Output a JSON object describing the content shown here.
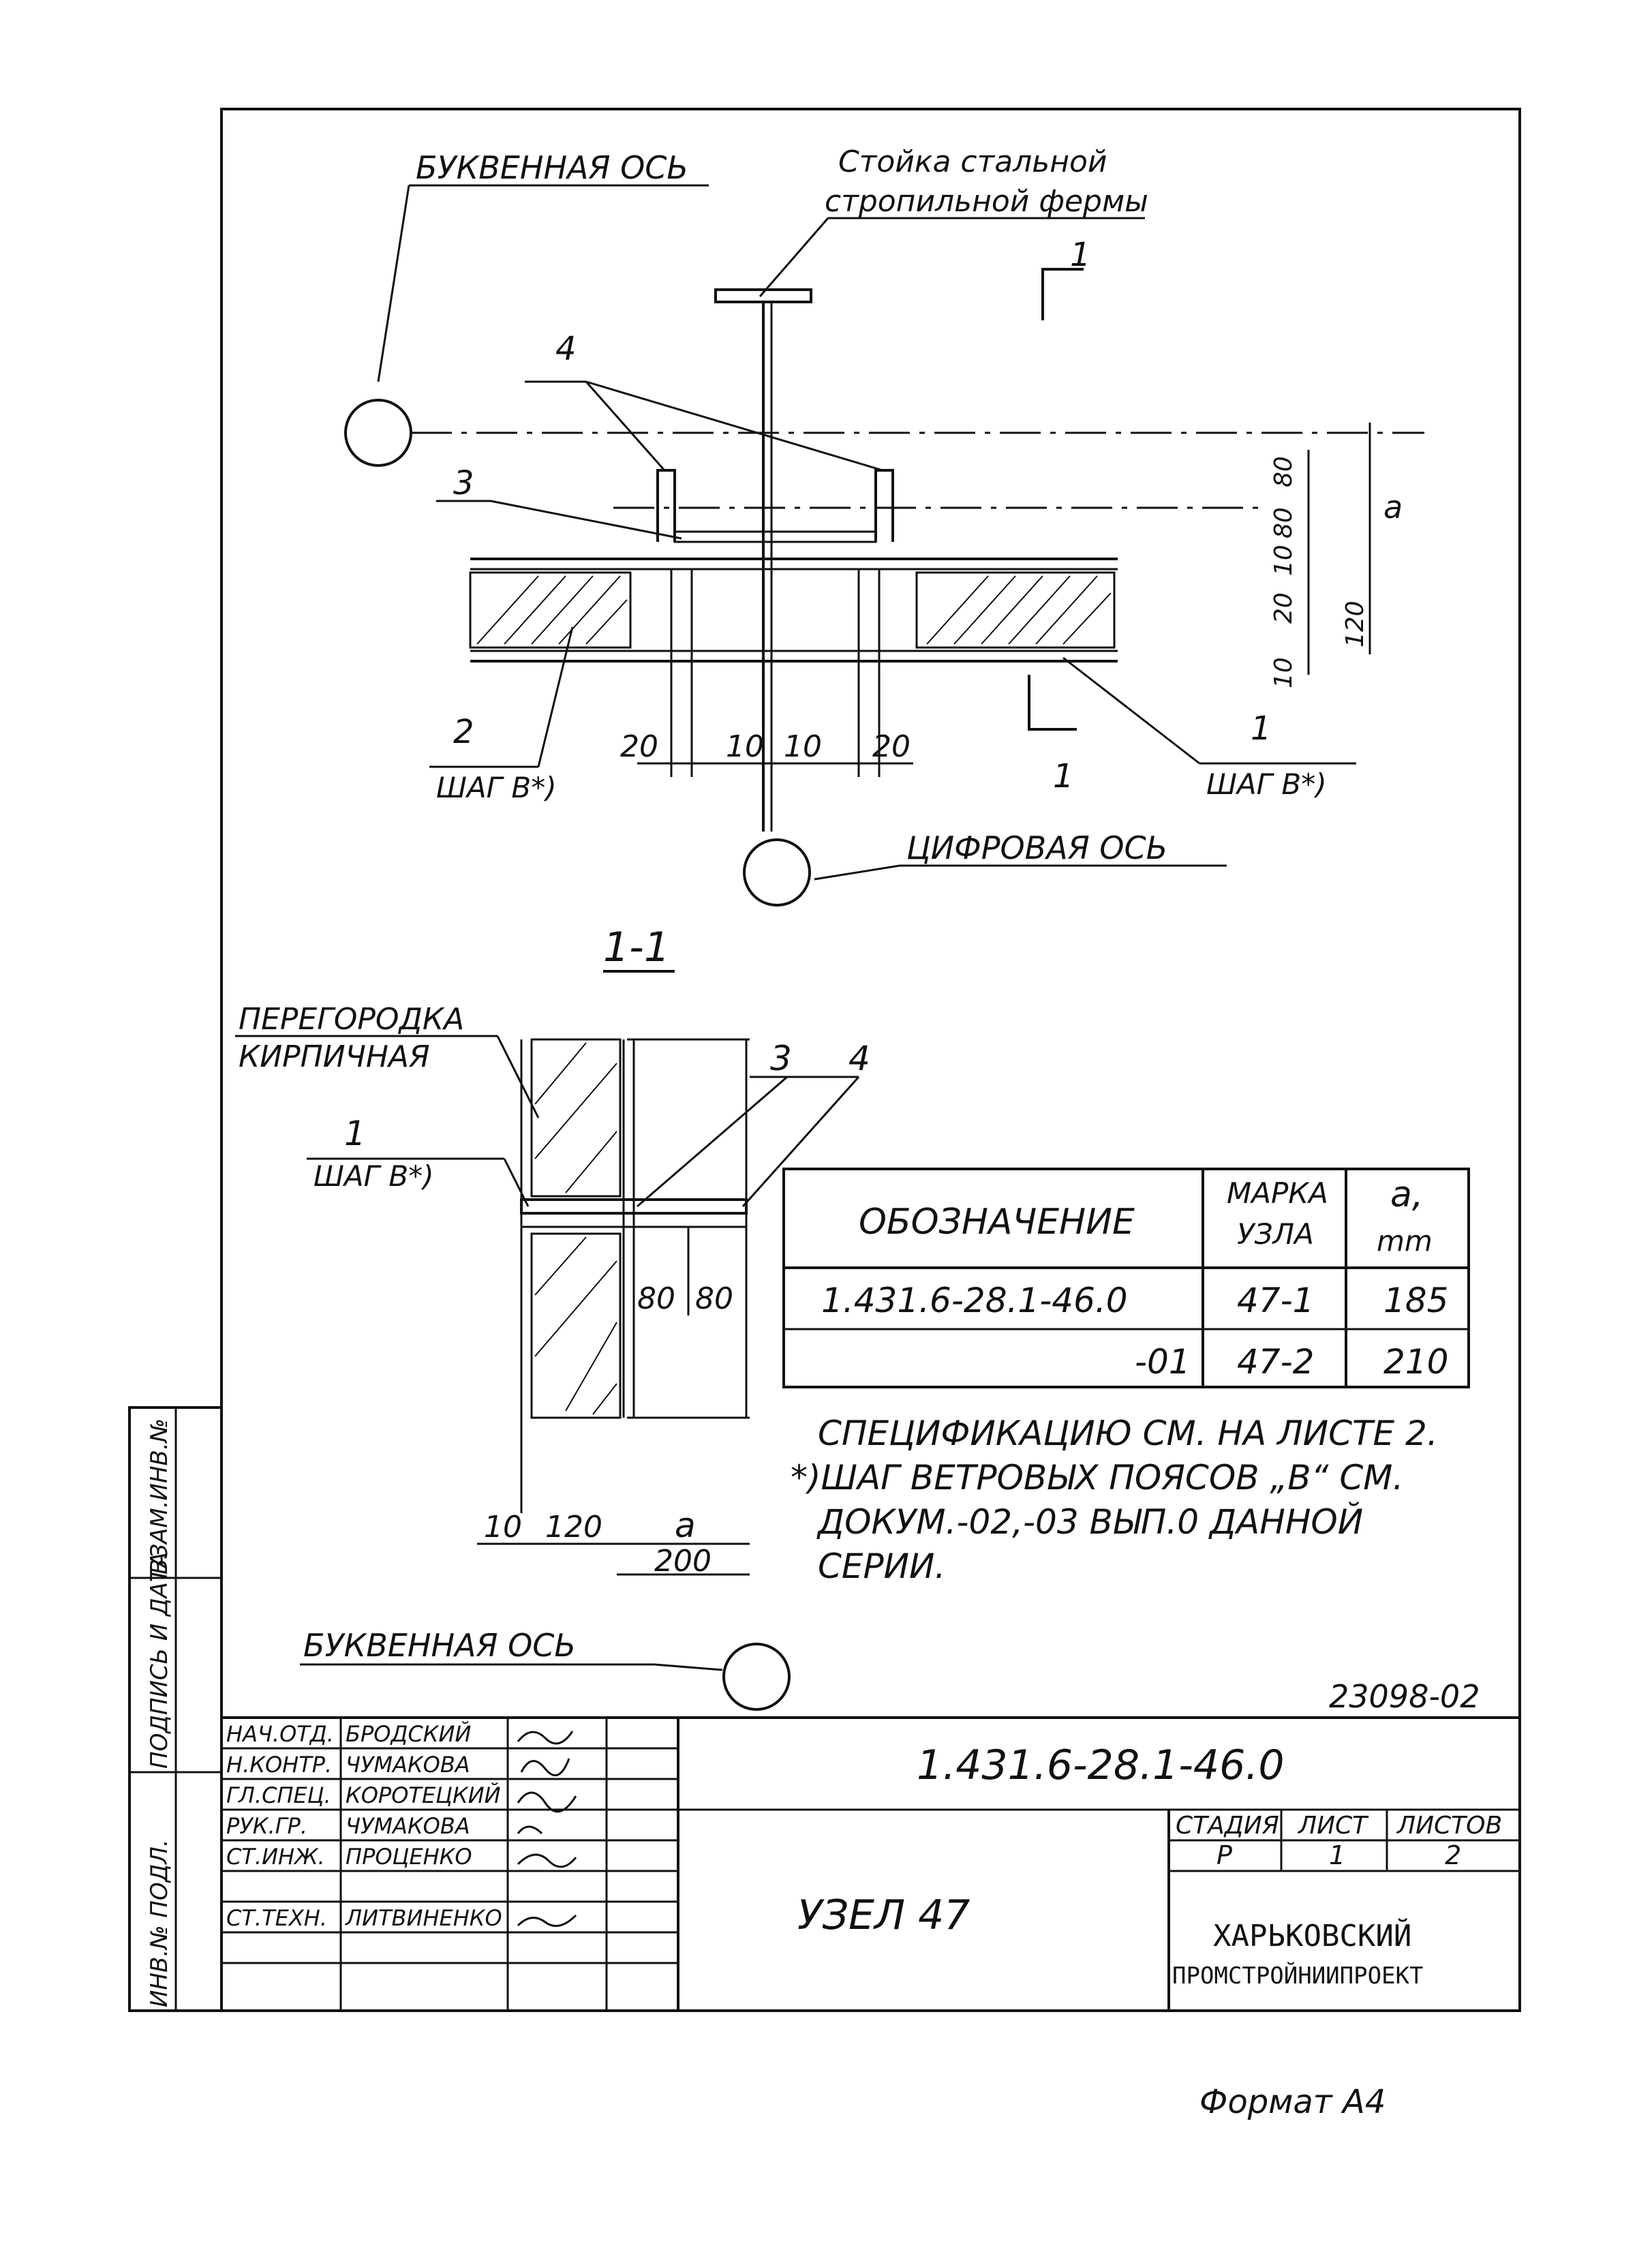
{
  "drawing": {
    "label_letter_axis_top": "БУКВЕННАЯ ОСЬ",
    "label_truss_post_line1": "Стойка стальной",
    "label_truss_post_line2": "стропильной фермы",
    "label_section_mark": "1",
    "label_digit_axis": "ЦИФРОВАЯ ОСЬ",
    "callout_3": "3",
    "callout_4": "4",
    "callout_2": "2",
    "callout_1": "1",
    "step_label": "ШАГ В*)",
    "dim_20_left": "20",
    "dim_10_left": "10",
    "dim_10_right": "10",
    "dim_20_right": "20",
    "dim_a": "a",
    "dim_80a": "80",
    "dim_80b": "80",
    "dim_10_v": "10",
    "dim_20_v": "20",
    "dim_120_v": "120",
    "dim_10_v2": "10"
  },
  "section": {
    "title": "1-1",
    "partition_line1": "ПЕРЕГОРОДКА",
    "partition_line2": "КИРПИЧНАЯ",
    "callout_1": "1",
    "step_label": "ШАГ В*)",
    "callout_3": "3",
    "callout_4": "4",
    "dim_80a": "80",
    "dim_80b": "80",
    "dim_10": "10",
    "dim_120": "120",
    "dim_a": "a",
    "dim_200": "200",
    "letter_axis": "БУКВЕННАЯ ОСЬ"
  },
  "table": {
    "headers": [
      "ОБОЗНАЧЕНИЕ",
      "МАРКА УЗЛА",
      "a, mm"
    ],
    "header_mark_line1": "МАРКА",
    "header_mark_line2": "УЗЛА",
    "header_a_line1": "a,",
    "header_a_line2": "mm",
    "rows": [
      {
        "designation": "1.431.6-28.1-46.0",
        "mark": "47-1",
        "a": "185"
      },
      {
        "designation": "-01",
        "mark": "47-2",
        "a": "210"
      }
    ]
  },
  "notes": {
    "line1": "СПЕЦИФИКАЦИЮ СМ. НА ЛИСТЕ 2.",
    "line2": "*)ШАГ ВЕТРОВЫХ ПОЯСОВ „В“ СМ.",
    "line3": "ДОКУМ.-02,-03 ВЫП.0 ДАННОЙ",
    "line4": "СЕРИИ."
  },
  "title_block": {
    "doc_number": "23098-02",
    "designation": "1.431.6-28.1-46.0",
    "node_name": "УЗЕЛ 47",
    "org_line1": "ХАРЬКОВСКИЙ",
    "org_line2": "ПРОМСТРОЙНИИПРОЕКТ",
    "stage_header": "СТАДИЯ",
    "sheet_header": "ЛИСТ",
    "sheets_header": "ЛИСТОВ",
    "stage": "Р",
    "sheet": "1",
    "sheets": "2",
    "staff": [
      {
        "role": "НАЧ.ОТД.",
        "name": "БРОДСКИЙ"
      },
      {
        "role": "Н.КОНТР.",
        "name": "ЧУМАКОВА"
      },
      {
        "role": "ГЛ.СПЕЦ.",
        "name": "КОРОТЕЦКИЙ"
      },
      {
        "role": "РУК.ГР.",
        "name": "ЧУМАКОВА"
      },
      {
        "role": "СТ.ИНЖ.",
        "name": "ПРОЦЕНКО"
      },
      {
        "role": "",
        "name": ""
      },
      {
        "role": "СТ.ТЕХН.",
        "name": "ЛИТВИНЕНКО"
      }
    ],
    "side_inv_orig": "ИНВ.№ ПОДЛ.",
    "side_sign_date": "ПОДПИСЬ И ДАТА",
    "side_replace": "ВЗАМ.ИНВ.№",
    "format_note": "Формат А4"
  }
}
